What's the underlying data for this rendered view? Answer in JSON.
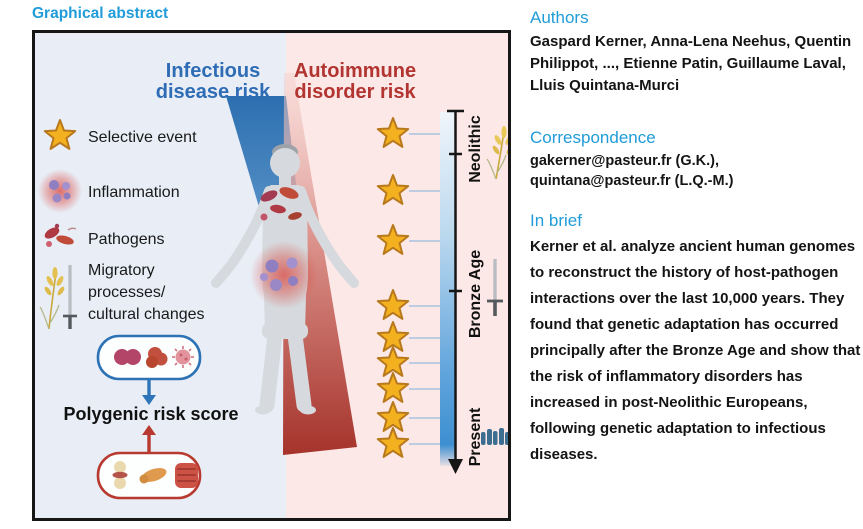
{
  "page_title": "Graphical abstract",
  "figure": {
    "header_left": {
      "line1": "Infectious",
      "line2": "disease risk"
    },
    "header_right": {
      "line1": "Autoimmune",
      "line2": "disorder risk"
    },
    "legend": {
      "selective_event": "Selective event",
      "inflammation": "Inflammation",
      "pathogens": "Pathogens",
      "migratory_line1": "Migratory",
      "migratory_line2": "processes/",
      "migratory_line3": "cultural changes"
    },
    "polygenic_label": "Polygenic risk score",
    "timeline": {
      "era_labels": [
        "Neolithic",
        "Bronze Age",
        "Present"
      ],
      "era_icons": [
        "wheat-icon",
        "sword-icon",
        "city-icon"
      ],
      "star_count": 9,
      "star_positions_y": [
        101,
        158,
        208,
        273,
        305,
        330,
        356,
        385,
        411
      ]
    }
  },
  "sidebar": {
    "authors_heading": "Authors",
    "authors_text": "Gaspard Kerner, Anna-Lena Neehus, Quentin Philippot, ..., Etienne Patin, Guillaume Laval, Lluis Quintana-Murci",
    "correspondence_heading": "Correspondence",
    "correspondence_line1": "gakerner@pasteur.fr (G.K.),",
    "correspondence_line2": "quintana@pasteur.fr (L.Q.-M.)",
    "in_brief_heading": "In brief",
    "in_brief_text": "Kerner et al. analyze ancient human genomes to reconstruct the history of host-pathogen interactions over the last 10,000 years. They found that genetic adaptation has occurred principally after the Bronze Age and show that the risk of inflammatory disorders has increased in post-Neolithic Europeans, following genetic adaptation to infectious diseases."
  },
  "colors": {
    "heading_accent": "#1F9CD9",
    "infectious_blue": "#2E6CB5",
    "autoimmune_red": "#B23531",
    "star_gold": "#F4B11F",
    "left_background": "#E8EDF6",
    "right_background": "#FCE8E6",
    "timeline_blue": "#4496D8"
  }
}
